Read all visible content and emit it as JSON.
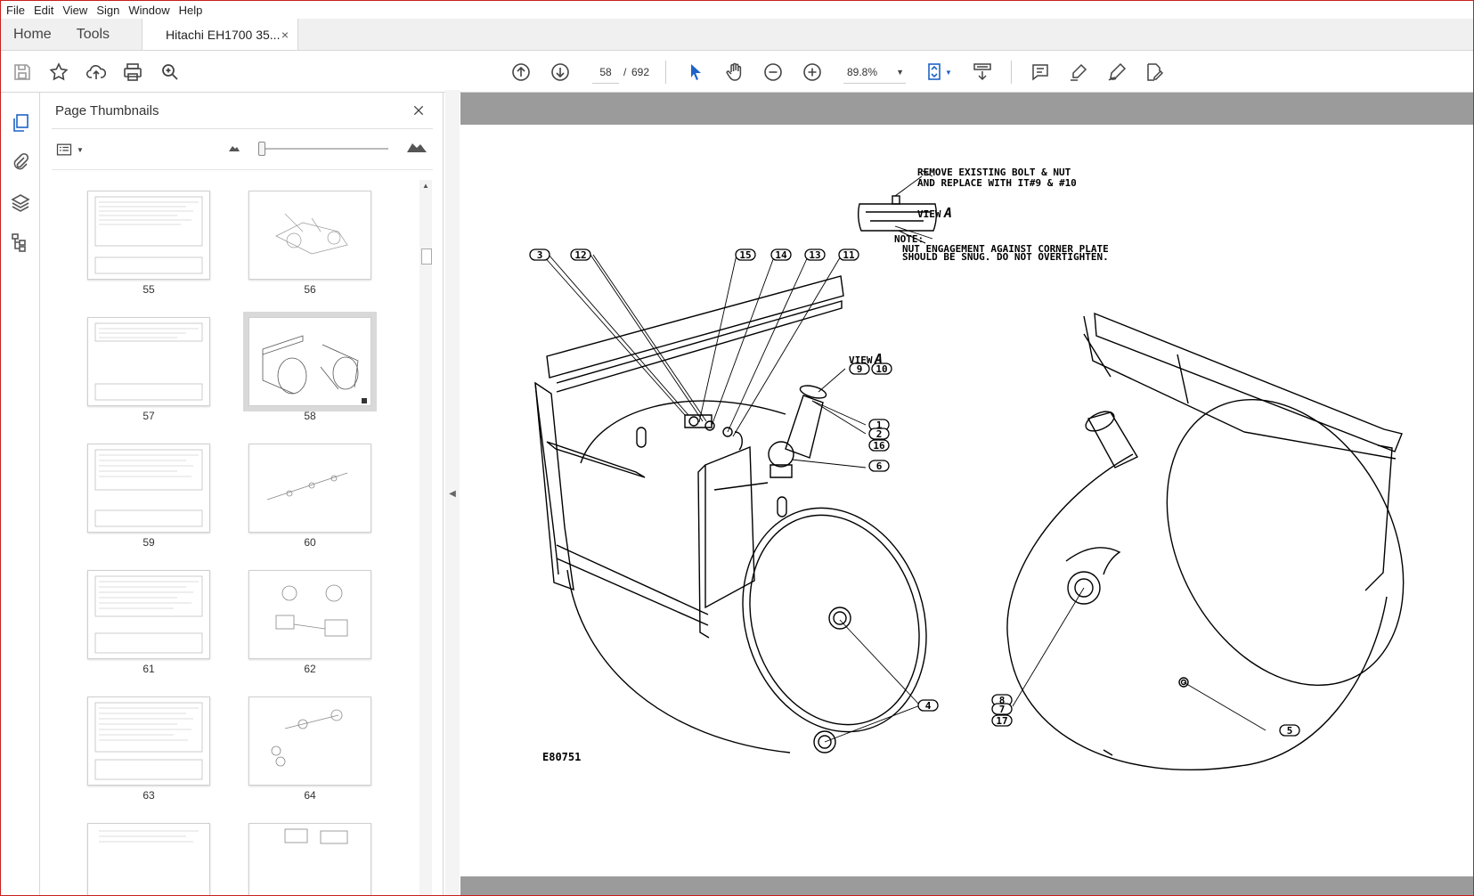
{
  "menu": [
    "File",
    "Edit",
    "View",
    "Sign",
    "Window",
    "Help"
  ],
  "tabs": {
    "home": "Home",
    "tools": "Tools",
    "document": "Hitachi EH1700 35...",
    "close": "×"
  },
  "toolbar": {
    "current_page": "58",
    "page_separator": "/",
    "total_pages": "692",
    "zoom": "89.8%"
  },
  "panel": {
    "title": "Page Thumbnails",
    "close": "×"
  },
  "thumbnails": [
    {
      "label": "55"
    },
    {
      "label": "56"
    },
    {
      "label": "57"
    },
    {
      "label": "58",
      "selected": true
    },
    {
      "label": "59"
    },
    {
      "label": "60"
    },
    {
      "label": "61"
    },
    {
      "label": "62"
    },
    {
      "label": "63"
    },
    {
      "label": "64"
    },
    {
      "label": ""
    },
    {
      "label": ""
    }
  ],
  "drawing": {
    "note_remove_1": "REMOVE EXISTING BOLT & NUT",
    "note_remove_2": "AND REPLACE WITH IT#9 & #10",
    "view_a": "VIEW",
    "view_a_letter": "A",
    "note_label": "NOTE:",
    "note_text_1": "NUT ENGAGEMENT AGAINST CORNER PLATE",
    "note_text_2": "SHOULD BE SNUG. DO NOT OVERTIGHTEN.",
    "view_a2": "VIEW",
    "drawing_no": "E80751",
    "callouts": [
      "3",
      "12",
      "15",
      "14",
      "13",
      "11",
      "9",
      "10",
      "1",
      "2",
      "16",
      "6",
      "4",
      "8",
      "7",
      "17",
      "5"
    ]
  }
}
